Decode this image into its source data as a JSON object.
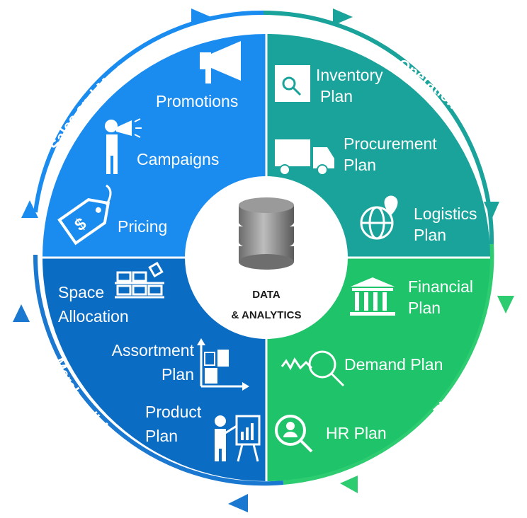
{
  "center": {
    "line1": "DATA",
    "line2": "& ANALYTICS"
  },
  "arcs": {
    "sales": "Sales and Marketing",
    "operations": "Operations",
    "finance": "Finance",
    "merchandising": "Merchandising"
  },
  "colors": {
    "sales": "#1a8cf0",
    "operations": "#1aa39b",
    "finance": "#1fc46a",
    "merchandising": "#0b6cc4",
    "ring_sales": "#1a8cf0",
    "ring_operations": "#1aa39b",
    "ring_finance": "#2ecc71",
    "ring_merch": "#1a78d0"
  },
  "items": {
    "promotions": "Promotions",
    "campaigns": "Campaigns",
    "pricing": "Pricing",
    "inventory": {
      "l1": "Inventory",
      "l2": "Plan"
    },
    "procurement": {
      "l1": "Procurement",
      "l2": "Plan"
    },
    "logistics": {
      "l1": "Logistics",
      "l2": "Plan"
    },
    "financial": {
      "l1": "Financial",
      "l2": "Plan"
    },
    "demand": "Demand Plan",
    "hr": "HR Plan",
    "space": {
      "l1": "Space",
      "l2": "Allocation"
    },
    "assortment": {
      "l1": "Assortment",
      "l2": "Plan"
    },
    "product": {
      "l1": "Product",
      "l2": "Plan"
    }
  },
  "icons": [
    "megaphone-icon",
    "person-megaphone-icon",
    "price-tag-icon",
    "inventory-box-icon",
    "delivery-truck-icon",
    "globe-pin-icon",
    "bank-building-icon",
    "demand-graph-icon",
    "hr-search-icon",
    "shelves-icon",
    "assortment-chart-icon",
    "presenter-board-icon",
    "database-icon"
  ]
}
